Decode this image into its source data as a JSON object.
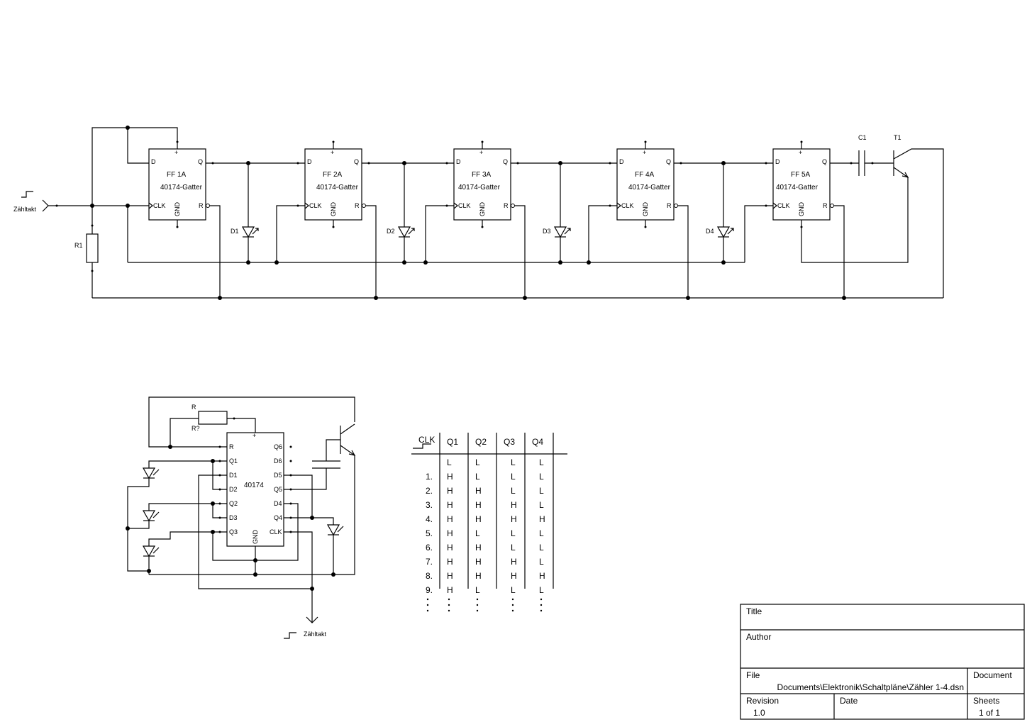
{
  "chain": {
    "input_label": "Zähltakt",
    "resistor_label": "R1",
    "flipflops": [
      {
        "name": "FF 1A",
        "part": "40174-Gatter"
      },
      {
        "name": "FF 2A",
        "part": "40174-Gatter"
      },
      {
        "name": "FF 3A",
        "part": "40174-Gatter"
      },
      {
        "name": "FF 4A",
        "part": "40174-Gatter"
      },
      {
        "name": "FF 5A",
        "part": "40174-Gatter"
      }
    ],
    "pins": {
      "d": "D",
      "q": "Q",
      "clk": "CLK",
      "r": "R",
      "gnd": "GND",
      "plus": "+"
    },
    "diodes": [
      "D1",
      "D2",
      "D3",
      "D4"
    ],
    "capacitor_label": "C1",
    "transistor_label": "T1"
  },
  "ic": {
    "name": "40174",
    "left_pins": [
      "R",
      "Q1",
      "D1",
      "D2",
      "Q2",
      "D3",
      "Q3"
    ],
    "right_pins": [
      "Q6",
      "D6",
      "D5",
      "Q5",
      "D4",
      "Q4",
      "CLK"
    ],
    "gnd": "GND",
    "plus": "+",
    "resistor_label": "R",
    "resistor_ref": "R?",
    "input_label": "Zähltakt"
  },
  "truth_table": {
    "headers": [
      "CLK",
      "Q1",
      "Q2",
      "Q3",
      "Q4"
    ],
    "rows": [
      [
        "",
        "L",
        "L",
        "L",
        "L"
      ],
      [
        "1.",
        "H",
        "L",
        "L",
        "L"
      ],
      [
        "2.",
        "H",
        "H",
        "L",
        "L"
      ],
      [
        "3.",
        "H",
        "H",
        "H",
        "L"
      ],
      [
        "4.",
        "H",
        "H",
        "H",
        "H"
      ],
      [
        "5.",
        "H",
        "L",
        "L",
        "L"
      ],
      [
        "6.",
        "H",
        "H",
        "L",
        "L"
      ],
      [
        "7.",
        "H",
        "H",
        "H",
        "L"
      ],
      [
        "8.",
        "H",
        "H",
        "H",
        "H"
      ],
      [
        "9.",
        "H",
        "L",
        "L",
        "L"
      ]
    ]
  },
  "title_block": {
    "title_label": "Title",
    "author_label": "Author",
    "file_label": "File",
    "file_value": "Documents\\Elektronik\\Schaltpläne\\Zähler 1-4.dsn",
    "document_label": "Document",
    "revision_label": "Revision",
    "revision_value": "1.0",
    "date_label": "Date",
    "sheets_label": "Sheets",
    "sheets_value": "1 of 1"
  }
}
